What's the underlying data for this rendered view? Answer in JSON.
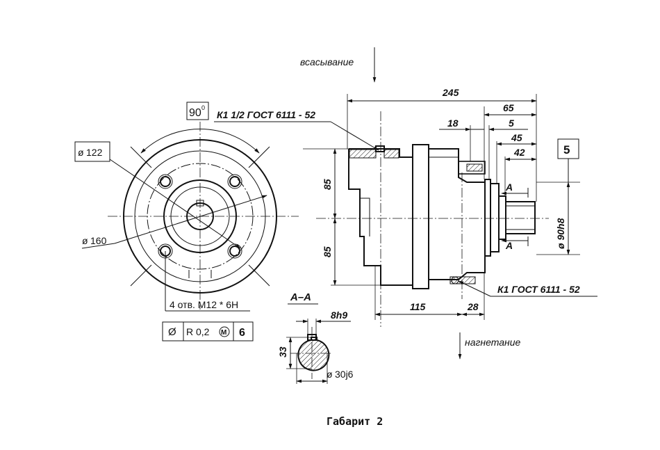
{
  "flow": {
    "suction": "всасывание",
    "discharge": "нагнетание"
  },
  "front_view": {
    "angle_label": "90",
    "angle_sup": "0",
    "bolt_circle": "122",
    "outer_diameter": "160",
    "holes_note": "4 отв. M12 * 6H",
    "tolerance_frame": {
      "symbol": "Ø",
      "value": "R 0,2",
      "modifier": "M",
      "ref": "6"
    }
  },
  "side_view": {
    "dim_245": "245",
    "dim_65": "65",
    "dim_18": "18",
    "dim_5": "5",
    "dim_45": "45",
    "dim_42": "42",
    "dim_85_top": "85",
    "dim_85_bottom": "85",
    "dim_115": "115",
    "dim_28": "28",
    "shaft_fit": "ø 90h8",
    "ref_box": "5",
    "section_mark_top": "A",
    "section_mark_bottom": "A",
    "port_top": "К1 1/2 ГОСТ 6111 - 52",
    "port_bottom": "К1 ГОСТ 6111 - 52"
  },
  "section": {
    "title": "A–A",
    "key_width": "8h9",
    "key_height": "33",
    "shaft_diameter": "30j6"
  },
  "caption": "Габарит 2"
}
